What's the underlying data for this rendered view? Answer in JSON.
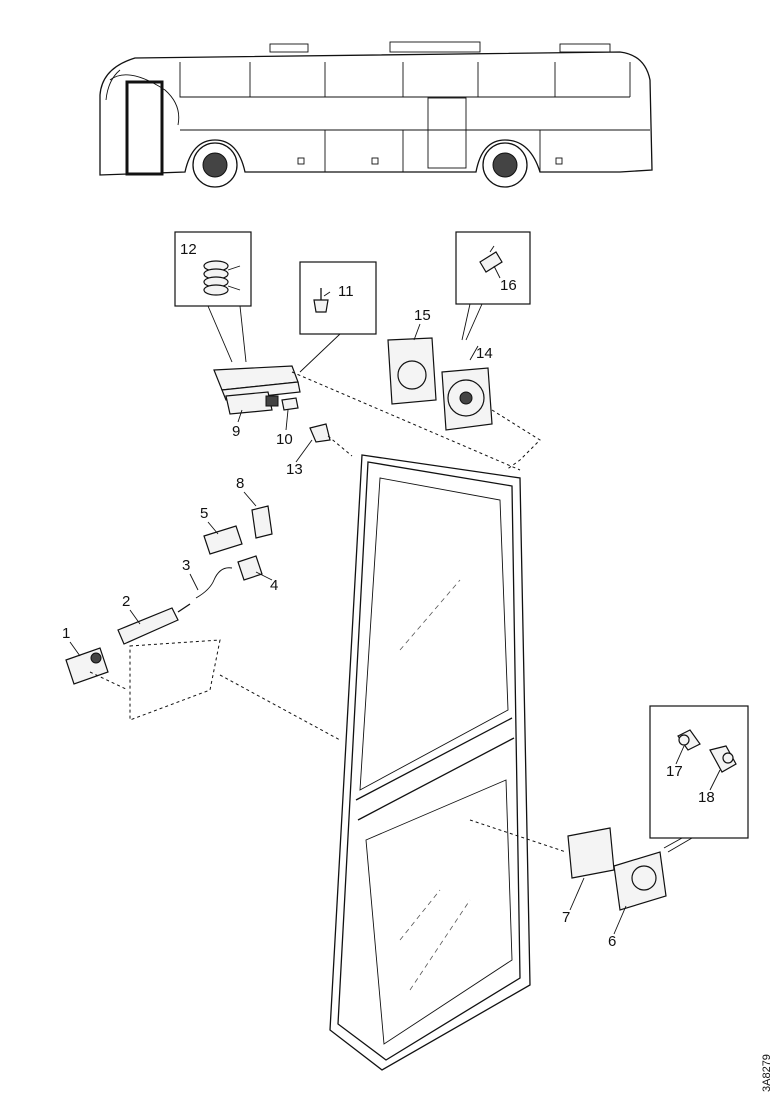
{
  "callouts": {
    "c1": "1",
    "c2": "2",
    "c3": "3",
    "c4": "4",
    "c5": "5",
    "c6": "6",
    "c7": "7",
    "c8": "8",
    "c9": "9",
    "c10": "10",
    "c11": "11",
    "c12": "12",
    "c13": "13",
    "c14": "14",
    "c15": "15",
    "c16": "16",
    "c17": "17",
    "c18": "18"
  },
  "reference_code": "3A8279"
}
